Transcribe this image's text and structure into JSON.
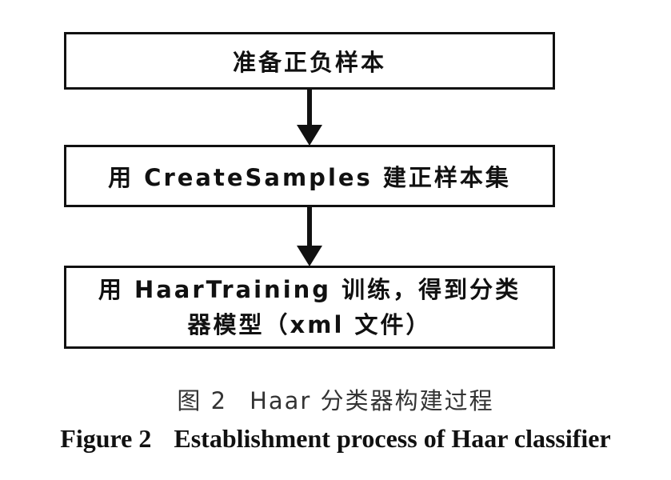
{
  "diagram": {
    "steps": [
      {
        "lines": [
          "准备正负样本"
        ]
      },
      {
        "lines": [
          "用 CreateSamples 建正样本集"
        ]
      },
      {
        "lines": [
          "用 HaarTraining 训练，得到分类",
          "器模型（xml 文件）"
        ]
      }
    ],
    "caption_cn": {
      "label": "图 2",
      "text": "Haar 分类器构建过程"
    },
    "caption_en": {
      "label": "Figure 2",
      "text": "Establishment process of Haar classifier"
    }
  },
  "colors": {
    "stroke": "#111111",
    "background": "#ffffff",
    "caption_cn": "#333333"
  }
}
